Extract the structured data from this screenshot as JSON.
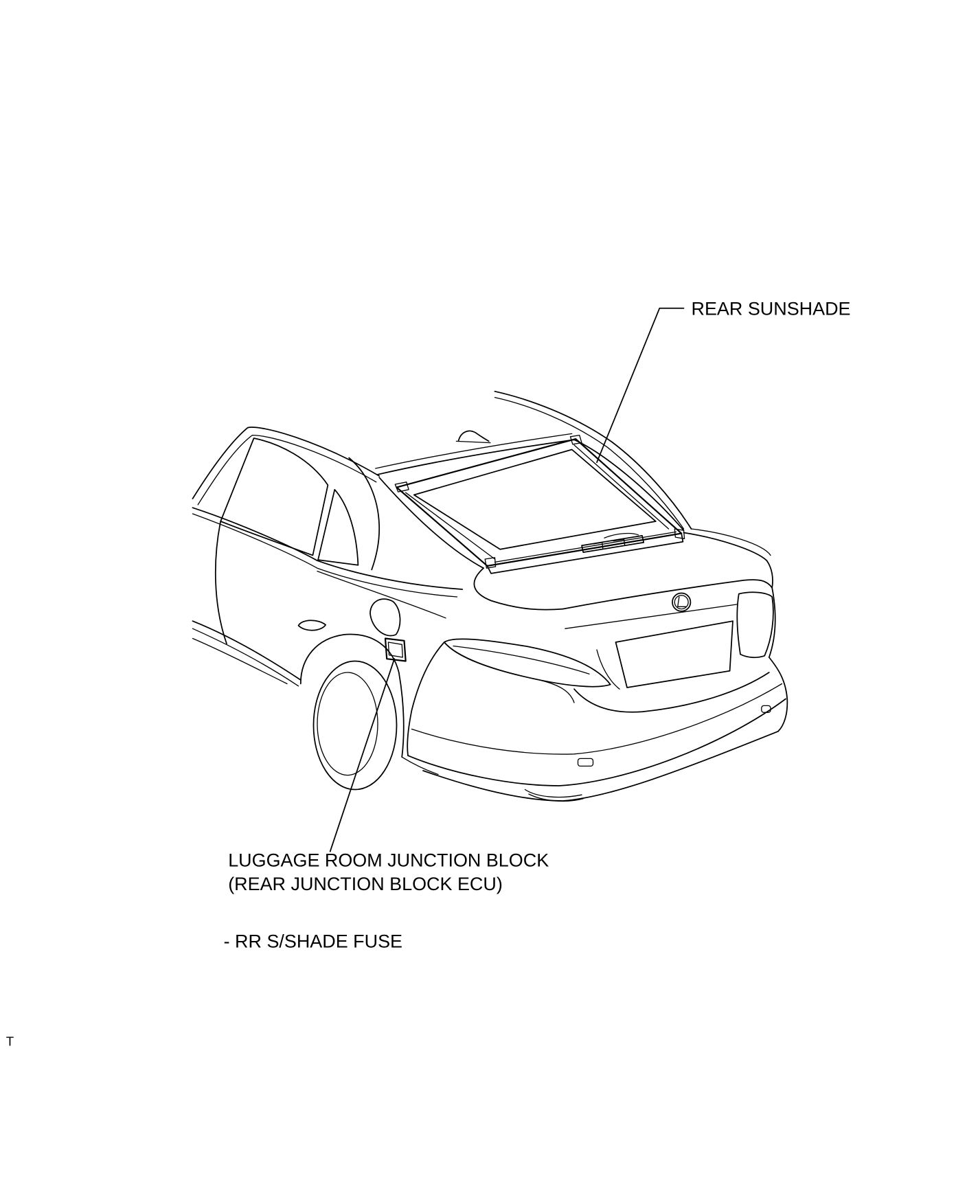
{
  "labels": {
    "rear_sunshade": "REAR SUNSHADE",
    "junction_block_line1": "LUGGAGE ROOM JUNCTION BLOCK",
    "junction_block_line2": "(REAR JUNCTION BLOCK ECU)",
    "fuse": "- RR S/SHADE FUSE",
    "corner_mark": "T"
  },
  "colors": {
    "line": "#000000",
    "background": "#ffffff"
  }
}
